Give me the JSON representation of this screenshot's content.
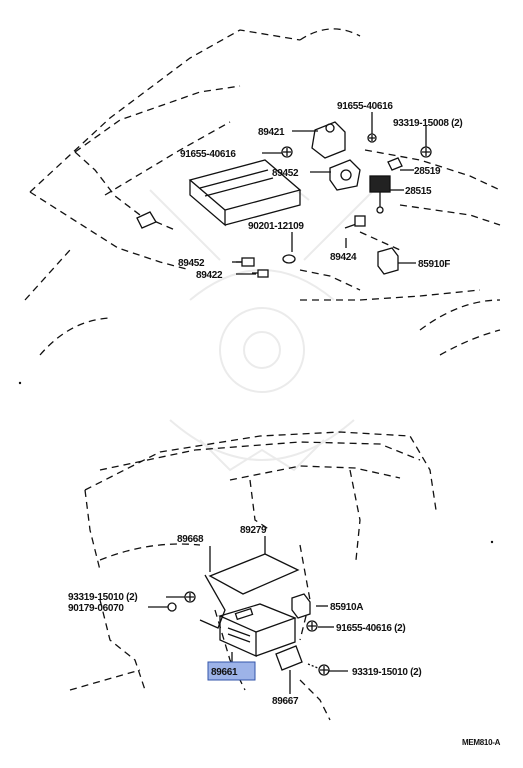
{
  "upper_group": {
    "labels": [
      {
        "id": "p1",
        "text": "91655-40616"
      },
      {
        "id": "p2",
        "text": "89421"
      },
      {
        "id": "p3",
        "text": "93319-15008 (2)"
      },
      {
        "id": "p4",
        "text": "91655-40616"
      },
      {
        "id": "p5",
        "text": "89452"
      },
      {
        "id": "p6",
        "text": "28519"
      },
      {
        "id": "p7",
        "text": "28515"
      },
      {
        "id": "p8",
        "text": "90201-12109"
      },
      {
        "id": "p9",
        "text": "89424"
      },
      {
        "id": "p10",
        "text": "85910F"
      },
      {
        "id": "p11",
        "text": "89452"
      },
      {
        "id": "p12",
        "text": "89422"
      }
    ]
  },
  "lower_group": {
    "labels": [
      {
        "id": "q1",
        "text": "89668"
      },
      {
        "id": "q2",
        "text": "89279"
      },
      {
        "id": "q3",
        "text": "93319-15010 (2)"
      },
      {
        "id": "q4",
        "text": "90179-06070"
      },
      {
        "id": "q5",
        "text": "85910A"
      },
      {
        "id": "q6",
        "text": "91655-40616 (2)"
      },
      {
        "id": "q7",
        "text": "89661"
      },
      {
        "id": "q8",
        "text": "93319-15010 (2)"
      },
      {
        "id": "q9",
        "text": "89667"
      }
    ],
    "highlighted_part": "89661",
    "highlight_color": "#9db3e8"
  },
  "footer": {
    "code": "MEM810-A"
  }
}
